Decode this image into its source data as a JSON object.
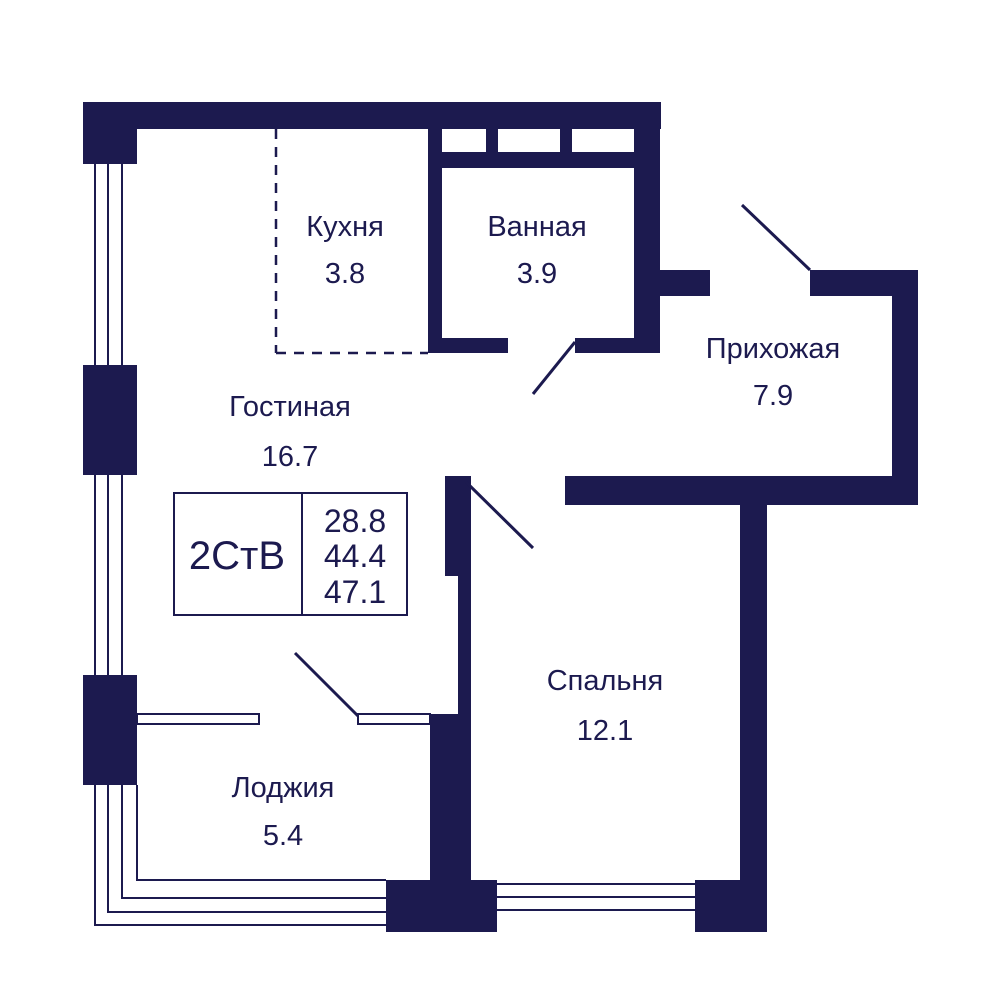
{
  "colors": {
    "wall": "#1c1a4f",
    "background": "#ffffff"
  },
  "rooms": [
    {
      "id": "kitchen",
      "name": "Кухня",
      "area": "3.8"
    },
    {
      "id": "bathroom",
      "name": "Ванная",
      "area": "3.9"
    },
    {
      "id": "hallway",
      "name": "Прихожая",
      "area": "7.9"
    },
    {
      "id": "living",
      "name": "Гостиная",
      "area": "16.7"
    },
    {
      "id": "bedroom",
      "name": "Спальня",
      "area": "12.1"
    },
    {
      "id": "loggia",
      "name": "Лоджия",
      "area": "5.4"
    }
  ],
  "summary": {
    "type_code": "2СтВ",
    "areas": [
      "28.8",
      "44.4",
      "47.1"
    ]
  }
}
